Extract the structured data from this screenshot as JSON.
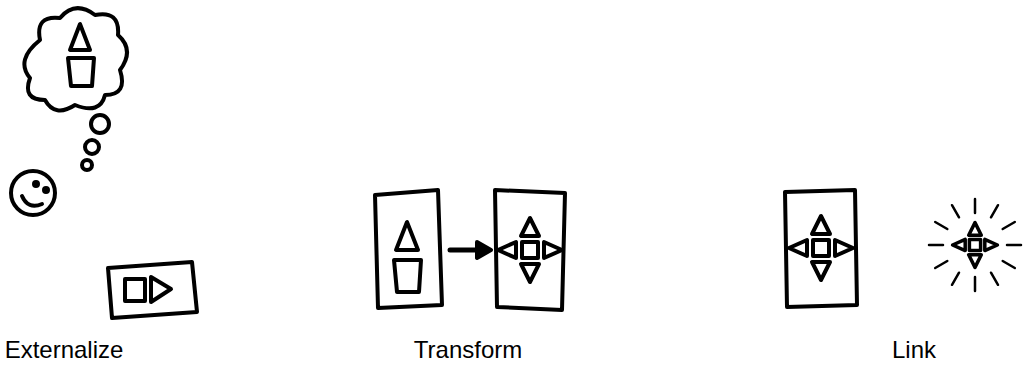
{
  "diagram": {
    "labels": [
      "Externalize",
      "Transform",
      "Link"
    ]
  }
}
